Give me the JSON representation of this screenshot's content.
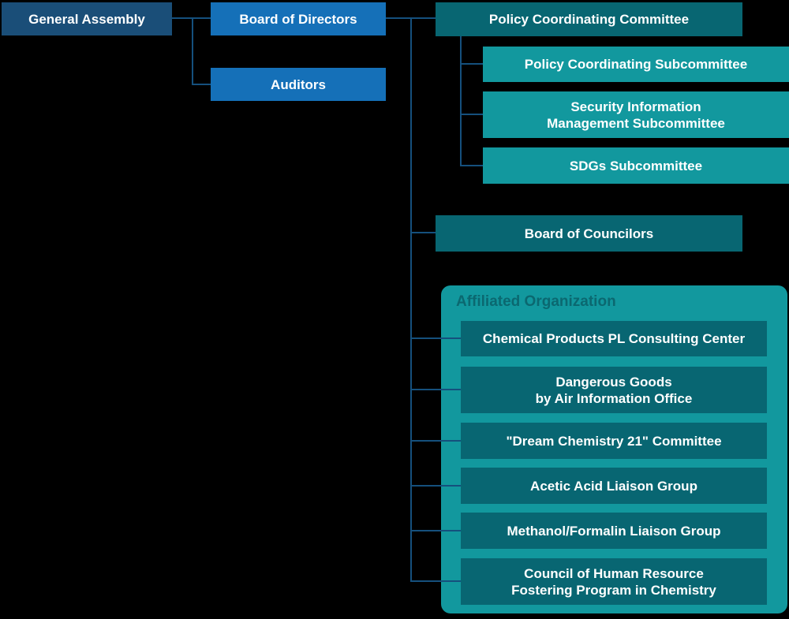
{
  "diagram": {
    "type": "organization-chart",
    "background_color": "#000000",
    "colors": {
      "general_assembly_box": "#1a4e78",
      "director_auditor_box": "#1570b8",
      "committee_box": "#086672",
      "subcommittee_box": "#12989e",
      "affiliated_container": "#12989e",
      "affiliated_title_text": "#0b6870",
      "connector_line": "#15507d",
      "box_text": "#ffffff"
    },
    "nodes": {
      "general_assembly": {
        "label": "General Assembly"
      },
      "board_of_directors": {
        "label": "Board of Directors"
      },
      "auditors": {
        "label": "Auditors"
      },
      "policy_coordinating_committee": {
        "label": "Policy Coordinating Committee"
      },
      "policy_coordinating_subcommittee": {
        "label": "Policy Coordinating Subcommittee"
      },
      "security_information_management_subcommittee": {
        "label": "Security Information\nManagement Subcommittee"
      },
      "sdgs_subcommittee": {
        "label": "SDGs Subcommittee"
      },
      "board_of_councilors": {
        "label": "Board of Councilors"
      }
    },
    "affiliated": {
      "title": "Affiliated Organization",
      "chemical_products_pl": {
        "label": "Chemical Products PL Consulting Center"
      },
      "dangerous_goods": {
        "label": "Dangerous Goods\nby Air Information Office"
      },
      "dream_chemistry": {
        "label": "\"Dream Chemistry 21\" Committee"
      },
      "acetic_acid": {
        "label": "Acetic Acid Liaison Group"
      },
      "methanol_formalin": {
        "label": "Methanol/Formalin Liaison Group"
      },
      "council_human_resource": {
        "label": "Council of Human Resource\nFostering Program in Chemistry"
      }
    }
  }
}
